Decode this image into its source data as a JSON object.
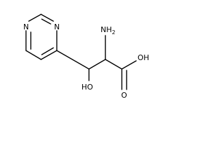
{
  "atoms": {
    "ring_n1": "N",
    "ring_n3": "N",
    "amino": "NH",
    "amino_sub": "2",
    "acid_oh": "OH",
    "acid_o": "O",
    "alcohol_oh": "HO"
  }
}
